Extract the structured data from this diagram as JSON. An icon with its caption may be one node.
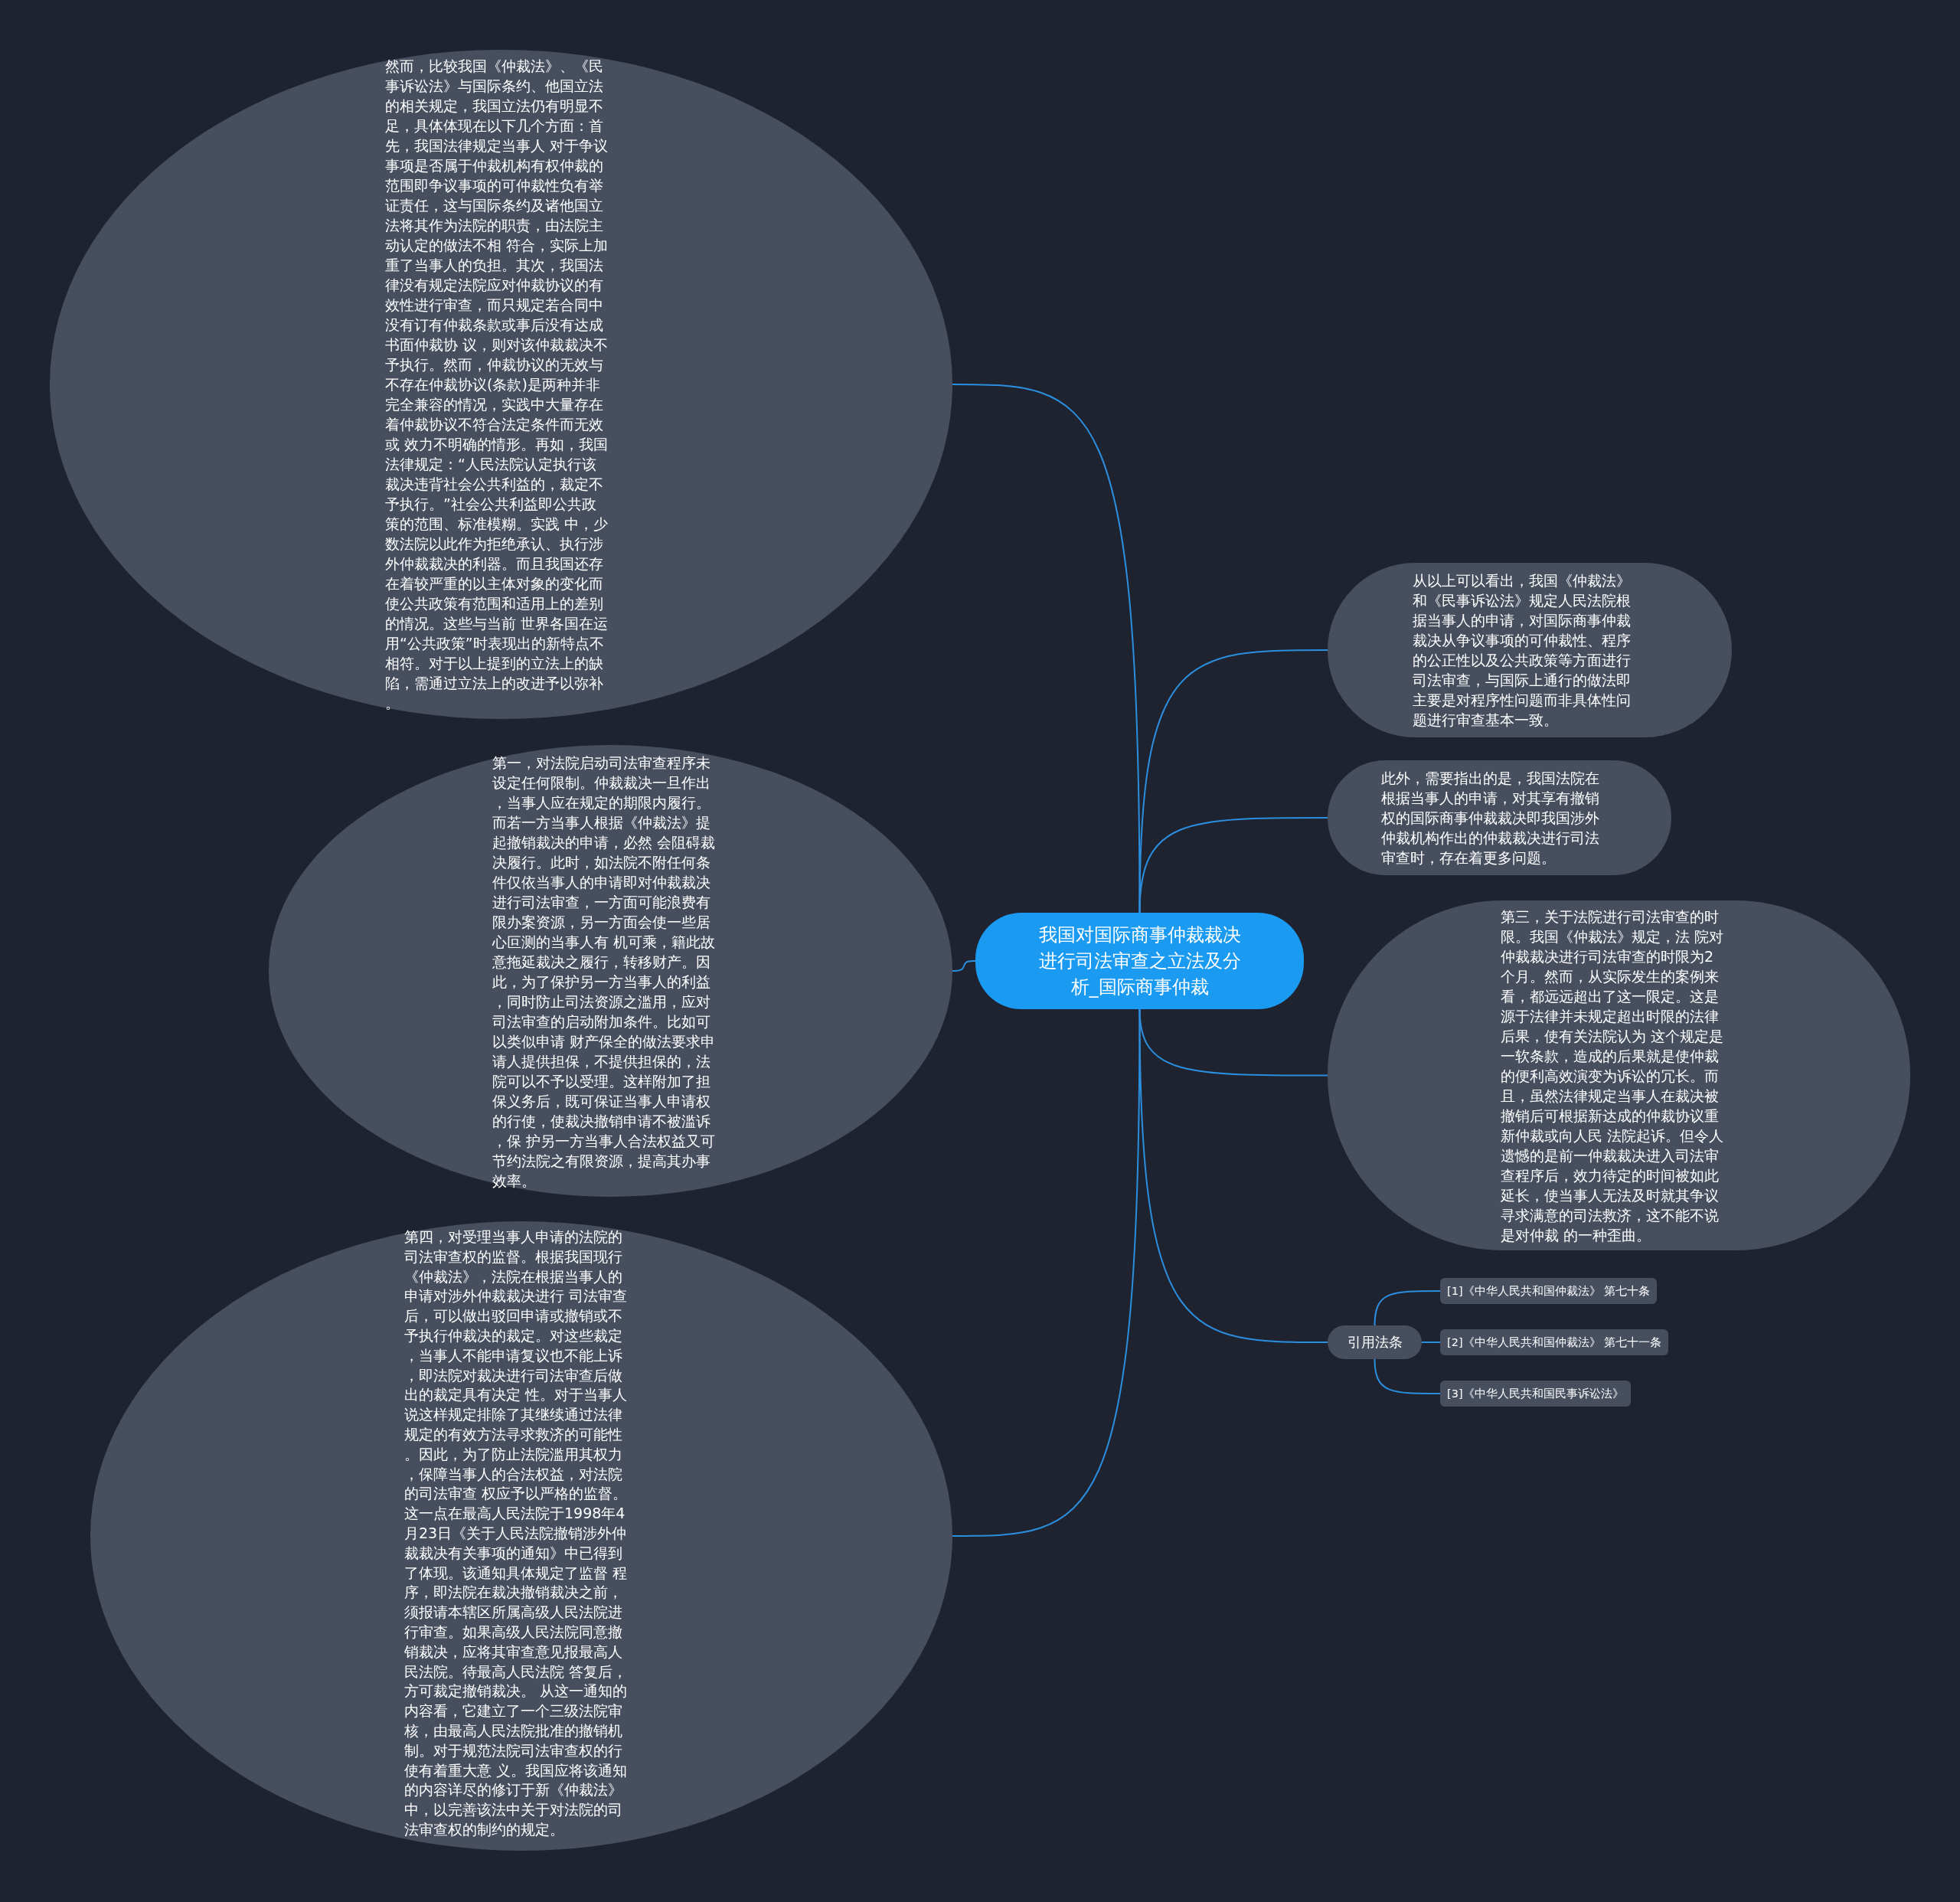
{
  "diagram": {
    "nodes": [
      {
        "text": [
          "我国对国际商事仲裁裁决进行司法审查之立法及分析_国际商事仲裁"
        ]
      },
      {
        "text": [
          "然而，比较我国《仲裁法》、《民事诉讼法》与国际条约、他国立法的相关规定，我国立法仍有明显不足，具体体现在以下几个方面：首先，我国法律规定当事人 对于争议事项是否属于仲裁机构有权仲裁的范围即争议事项的可仲裁性负有举证责任，这与国际条约及诸他国立法将其作为法院的职责，由法院主动认定的做法不相 符合，实际上加重了当事人的负担。其次，我国法律没有规定法院应对仲裁协议的有效性进行审查，而只规定若合同中没有订有仲裁条款或事后没有达成书面仲裁协 议，则对该仲裁裁决不予执行。然而，仲裁协议的无效与不存在仲裁协议(条款)是两种并非完全兼容的情况，实践中大量存在着仲裁协议不符合法定条件而无效或 效力不明确的情形。再如，我国法律规定：“人民法院认定执行该裁决违背社会公共利益的，裁定不予执行。”社会公共利益即公共政策的范围、标准模糊。实践 中，少数法院以此作为拒绝承认、执行涉外仲裁裁决的利器。而且我国还存在着较严重的以主体对象的变化而使公共政策有范围和适用上的差别的情况。这些与当前 世界各国在运用“公共政策”时表现出的新特点不相符。对于以上提到的立法上的缺陷，需通过立法上的改进予以弥补。"
        ]
      },
      {
        "text": [
          "第一，对法院启动司法审查程序未设定任何限制。仲裁裁决一旦作出，当事人应在规定的期限内履行。而若一方当事人根据《仲裁法》提起撤销裁决的申请，必然 会阻碍裁决履行。此时，如法院不附任何条件仅依当事人的申请即对仲裁裁决进行司法审查，一方面可能浪费有限办案资源，另一方面会使一些居心叵测的当事人有 机可乘，籍此故意拖延裁决之履行，转移财产。因此，为了保护另一方当事人的利益，同时防止司法资源之滥用，应对司法审查的启动附加条件。比如可以类似申请 财产保全的做法要求申请人提供担保，不提供担保的，法院可以不予以受理。这样附加了担保义务后，既可保证当事人申请权的行使，使裁决撤销申请不被滥诉，保 护另一方当事人合法权益又可节约法院之有限资源，提高其办事效率。"
        ]
      },
      {
        "text": [
          "第四，对受理当事人申请的法院的司法审查权的监督。根据我国现行《仲裁法》，法院在根据当事人的申请对涉外仲裁裁决进行 司法审查后，可以做出驳回申请或撤销或不予执行仲裁决的裁定。对这些裁定，当事人不能申请复议也不能上诉，即法院对裁决进行司法审查后做出的裁定具有决定 性。对于当事人说这样规定排除了其继续通过法律规定的有效方法寻求救济的可能性。因此，为了防止法院滥用其权力，保障当事人的合法权益，对法院的司法审查 权应予以严格的监督。这一点在最高人民法院于1998年4月23日《关于人民法院撤销涉外仲裁裁决有关事项的通知》中已得到了体现。该通知具体规定了监督 程序，即法院在裁决撤销裁决之前，须报请本辖区所属高级人民法院进行审查。如果高级人民法院同意撤销裁决，应将其审查意见报最高人民法院。待最高人民法院 答复后，方可裁定撤销裁决。 从这一通知的内容看，它建立了一个三级法院审核，由最高人民法院批准的撤销机制。对于规范法院司法审查权的行使有着重大意 义。我国应将该通知的内容详尽的修订于新《仲裁法》中，以完善该法中关于对法院的司法审查权的制约的规定。"
        ]
      },
      {
        "text": [
          "从以上可以看出，我国《仲裁法》和《民事诉讼法》规定人民法院根据当事人的申请，对国际商事仲裁裁决从争议事项的可仲裁性、程序的公正性以及公共政策等方面进行司法审查，与国际上通行的做法即主要是对程序性问题而非具体性问题进行审查基本一致。"
        ]
      },
      {
        "text": [
          "此外，需要指出的是，我国法院在根据当事人的申请，对其享有撤销权的国际商事仲裁裁决即我国涉外仲裁机构作出的仲裁裁决进行司法审查时，存在着更多问题。"
        ]
      },
      {
        "text": [
          "第三，关于法院进行司法审查的时限。我国《仲裁法》规定，法 院对仲裁裁决进行司法审查的时限为2个月。然而，从实际发生的案例来看，都远远超出了这一限定。这是源于法律并未规定超出时限的法律后果，使有关法院认为 这个规定是一软条款，造成的后果就是使仲裁的便利高效演变为诉讼的冗长。而且，虽然法律规定当事人在裁决被撤销后可根据新达成的仲裁协议重新仲裁或向人民 法院起诉。但令人遗憾的是前一仲裁裁决进入司法审查程序后，效力待定的时间被如此延长，使当事人无法及时就其争议寻求满意的司法救济，这不能不说是对仲裁 的一种歪曲。"
        ]
      },
      {
        "text": [
          "引用法条"
        ]
      },
      {
        "text": [
          "[1]《中华人民共和国仲裁法》 第七十条"
        ]
      },
      {
        "text": [
          "[2]《中华人民共和国仲裁法》 第七十一条"
        ]
      },
      {
        "text": [
          "[3]《中华人民共和国民事诉讼法》"
        ]
      }
    ],
    "edges": [
      {
        "from": 0,
        "to": 1,
        "arrow": "none"
      },
      {
        "from": 0,
        "to": 2,
        "arrow": "none"
      },
      {
        "from": 0,
        "to": 3,
        "arrow": "none"
      },
      {
        "from": 0,
        "to": 4,
        "arrow": "none"
      },
      {
        "from": 0,
        "to": 5,
        "arrow": "none"
      },
      {
        "from": 0,
        "to": 6,
        "arrow": "none"
      },
      {
        "from": 0,
        "to": 7,
        "arrow": "none"
      },
      {
        "from": 7,
        "to": 8,
        "arrow": "none"
      },
      {
        "from": 7,
        "to": 9,
        "arrow": "none"
      },
      {
        "from": 7,
        "to": 10,
        "arrow": "none"
      }
    ]
  }
}
